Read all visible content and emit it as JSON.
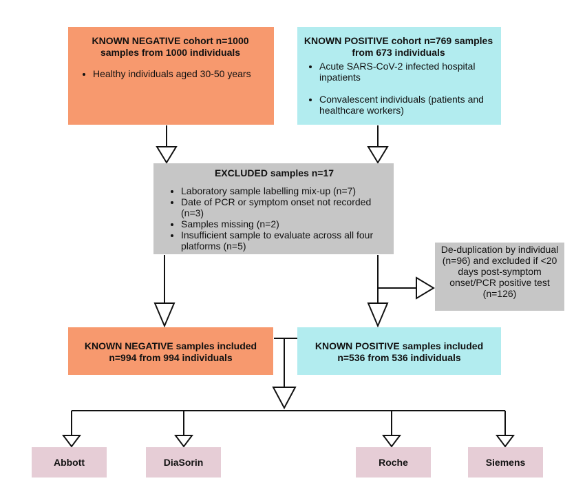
{
  "negative_cohort": {
    "title": "KNOWN NEGATIVE cohort n=1000 samples from 1000 individuals",
    "bullets": [
      "Healthy individuals aged 30-50 years"
    ]
  },
  "positive_cohort": {
    "title": "KNOWN POSITIVE cohort n=769 samples from 673 individuals",
    "bullets": [
      "Acute SARS-CoV-2 infected hospital inpatients",
      "Convalescent individuals (patients and healthcare workers)"
    ]
  },
  "excluded": {
    "title": "EXCLUDED samples n=17",
    "bullets": [
      "Laboratory sample labelling mix-up (n=7)",
      "Date of PCR or symptom onset not recorded (n=3)",
      "Samples missing (n=2)",
      "Insufficient sample to evaluate across all four platforms (n=5)"
    ]
  },
  "dedup": {
    "text": "De-duplication by individual (n=96) and excluded if <20 days post-symptom onset/PCR positive test (n=126)"
  },
  "negative_included": {
    "title": "KNOWN NEGATIVE samples included n=994 from 994 individuals"
  },
  "positive_included": {
    "title": "KNOWN POSITIVE samples included n=536 from 536 individuals"
  },
  "platforms": [
    "Abbott",
    "DiaSorin",
    "Roche",
    "Siemens"
  ]
}
